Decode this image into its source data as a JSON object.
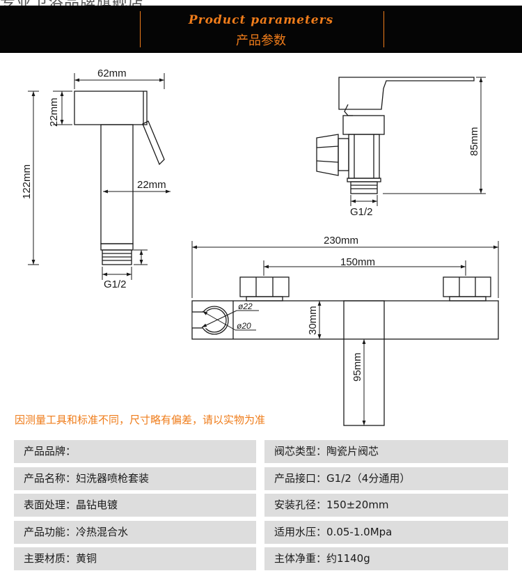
{
  "top_cut_text": "专业卫浴品牌旗舰店",
  "header": {
    "title_en": "Product parameters",
    "title_zh": "产品参数"
  },
  "drawing_labels": {
    "sprayer_width": "62mm",
    "sprayer_head_height": "22mm",
    "sprayer_total_height": "122mm",
    "sprayer_body_width": "22mm",
    "sprayer_thread": "G1/2",
    "valve_height": "85mm",
    "valve_thread": "G1/2",
    "mixer_total_width": "230mm",
    "mixer_hole_distance": "150mm",
    "mixer_body_height": "30mm",
    "mixer_spout_height": "95mm",
    "holder_outer_dia": "ø22",
    "holder_inner_dia": "ø20"
  },
  "notice": "因测量工具和标准不同，尺寸略有偏差，请以实物为准",
  "specs": [
    {
      "label": "产品品牌",
      "value": ""
    },
    {
      "label": "阀芯类型",
      "value": "陶瓷片阀芯"
    },
    {
      "label": "产品名称",
      "value": "妇洗器喷枪套装"
    },
    {
      "label": "产品接口",
      "value": "G1/2（4分通用）"
    },
    {
      "label": "表面处理",
      "value": "晶钻电镀"
    },
    {
      "label": "安装孔径",
      "value": "150±20mm"
    },
    {
      "label": "产品功能",
      "value": "冷热混合水"
    },
    {
      "label": "适用水压",
      "value": "0.05-1.0Mpa"
    },
    {
      "label": "主要材质",
      "value": "黄铜"
    },
    {
      "label": "主体净重",
      "value": "约1140g"
    }
  ],
  "colors": {
    "accent": "#ef7c1a",
    "header_bg": "#050505",
    "row_bg": "#dddddd"
  }
}
